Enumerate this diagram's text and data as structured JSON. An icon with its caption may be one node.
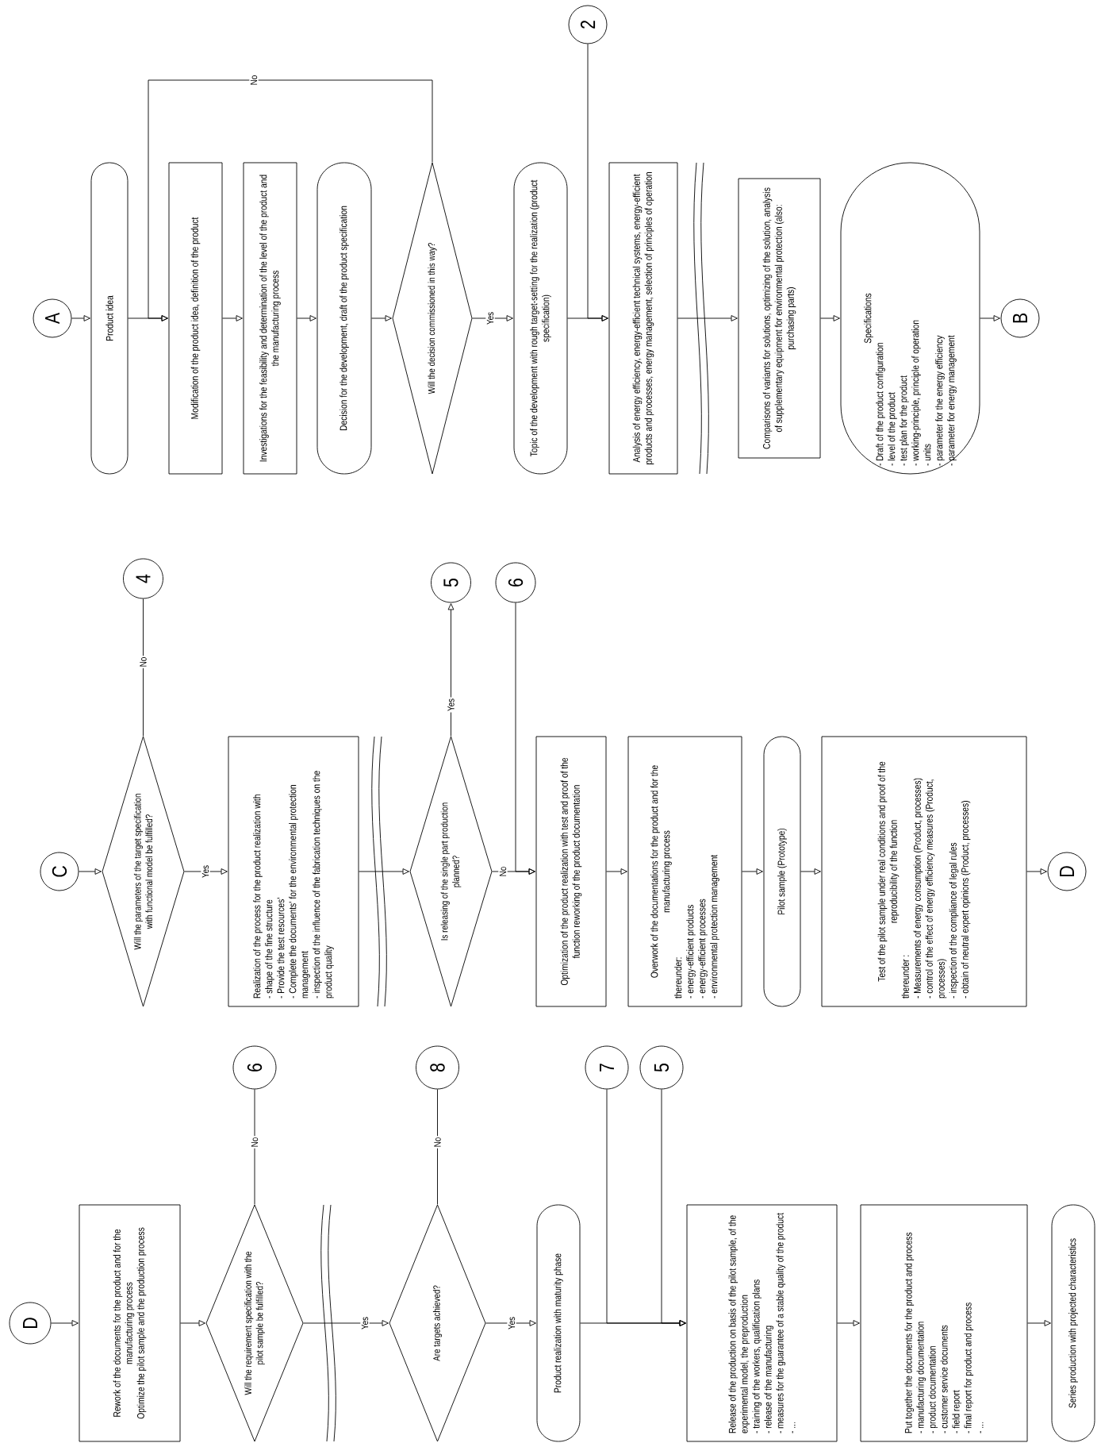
{
  "diagram": {
    "nodes": [
      {
        "text": [
          "A"
        ]
      },
      {
        "text": [
          "Product idea"
        ]
      },
      {
        "text": [
          "Modification of the product idea, definition of the product"
        ]
      },
      {
        "text": [
          "Investigations for the feasibility and determination of the level of the product and the manufacturing process"
        ]
      },
      {
        "text": [
          "Decision for the development, draft of the product specification"
        ]
      },
      {
        "text": [
          "Will the decision commissioned in this way?"
        ]
      },
      {
        "text": [
          "Topic of the development with rough target-setting for the realization (product specification)"
        ]
      },
      {
        "text": [
          "2"
        ]
      },
      {
        "text": [
          "Analysis of energy efficiency, energy-efficient technical systems, energy-efficient products and processes, energy management, selection of principles of operation"
        ]
      },
      {
        "text": [
          "Comparisons of variants for solutions, optimizing of the solution, analysis of supplementary equipment for environmental protection (also: purchasing parts)"
        ]
      },
      {
        "text": [
          "Specifications",
          "- Draft of the product configuration",
          "- level of the product",
          "- test plan for the product",
          "- working-principle, principle of operation",
          "- units",
          "- parameter for the energy efficiency",
          "- parameter for energy management"
        ]
      },
      {
        "text": [
          "B"
        ]
      },
      {
        "text": [
          "C"
        ]
      },
      {
        "text": [
          "Will the parameters of the target specification with functional model be fulfilled?"
        ]
      },
      {
        "text": [
          "4"
        ]
      },
      {
        "text": [
          "Realization of the process for the product realization with",
          "- shape of the fine structure",
          "- Provide the test resources'",
          "- Complete the documents' for the environmental protection management",
          "- inspection of the influence of the fabrication techniques on the product quality"
        ]
      },
      {
        "text": [
          "Is releasing of the single part production planned?"
        ]
      },
      {
        "text": [
          "5"
        ]
      },
      {
        "text": [
          "6"
        ]
      },
      {
        "text": [
          "Optimization of the product realization with test and proof of the function reworking of the product documentation"
        ]
      },
      {
        "text": [
          "Overwork of the documentations for the product and for the manufacturing process",
          "thereunder:",
          "- energy-efficient products",
          "- energy-efficient processes",
          "- environmental protection management"
        ]
      },
      {
        "text": [
          "Pilot sample (Prototype)"
        ]
      },
      {
        "text": [
          "Test of the pilot sample under real conditions and proof of the reproducibility of the function",
          "thereunder :",
          "- Measurements of energy consumption (Product, processes)",
          "- control of the effect of energy efficiency measures (Product, processes)",
          "- inspection of the compliance of legal rules",
          "- obtain of neutral expert opinions (Product, processes)"
        ]
      },
      {
        "text": [
          "D"
        ]
      },
      {
        "text": [
          "D"
        ]
      },
      {
        "text": [
          "Rework of the documents for the product and for the manufacturing process",
          "Optimize the pilot sample and the production process"
        ]
      },
      {
        "text": [
          "Will the requirement specification with the pilot sample be fulfilled?"
        ]
      },
      {
        "text": [
          "6"
        ]
      },
      {
        "text": [
          "Are targets achieved?"
        ]
      },
      {
        "text": [
          "8"
        ]
      },
      {
        "text": [
          "Product realization with maturity phase"
        ]
      },
      {
        "text": [
          "7"
        ]
      },
      {
        "text": [
          "5"
        ]
      },
      {
        "text": [
          "Release of the production on basis of the pilot sample, of the experimental model, the preproduction",
          "- training of the workers, qualification plans",
          "- release of the manufacturing",
          "- measures for the guarantee of a stable quality of the product",
          "- ..."
        ]
      },
      {
        "text": [
          "Put together the documents for the product and process",
          "- manufacturing documentation",
          "- product documentation",
          "- customer service documents",
          "- field report",
          "- final report for product and process",
          "- ..."
        ]
      },
      {
        "text": [
          "Series production with projected characteristics"
        ]
      }
    ],
    "edges": [
      {
        "from": 0,
        "to": 1,
        "arrow": "to"
      },
      {
        "from": 1,
        "to": 2,
        "arrow": "to"
      },
      {
        "from": 2,
        "to": 3,
        "arrow": "to"
      },
      {
        "from": 3,
        "to": 4,
        "arrow": "to"
      },
      {
        "from": 4,
        "to": 5,
        "arrow": "to"
      },
      {
        "from": 5,
        "to": 6,
        "arrow": "to",
        "label": "Yes"
      },
      {
        "from": 5,
        "to": 2,
        "arrow": "to",
        "label": "No"
      },
      {
        "from": 6,
        "to": 8,
        "arrow": "to"
      },
      {
        "from": 7,
        "to": 8,
        "arrow": "to"
      },
      {
        "from": 8,
        "to": 9,
        "arrow": "to"
      },
      {
        "from": 9,
        "to": 10,
        "arrow": "to"
      },
      {
        "from": 10,
        "to": 11,
        "arrow": "to"
      },
      {
        "from": 12,
        "to": 13,
        "arrow": "to"
      },
      {
        "from": 13,
        "to": 14,
        "arrow": "none",
        "label": "No"
      },
      {
        "from": 13,
        "to": 15,
        "arrow": "to",
        "label": "Yes"
      },
      {
        "from": 15,
        "to": 16,
        "arrow": "to"
      },
      {
        "from": 16,
        "to": 17,
        "arrow": "to",
        "label": "Yes"
      },
      {
        "from": 16,
        "to": 19,
        "arrow": "to",
        "label": "No"
      },
      {
        "from": 18,
        "to": 19,
        "arrow": "to"
      },
      {
        "from": 19,
        "to": 20,
        "arrow": "to"
      },
      {
        "from": 20,
        "to": 21,
        "arrow": "to"
      },
      {
        "from": 21,
        "to": 22,
        "arrow": "to"
      },
      {
        "from": 22,
        "to": 23,
        "arrow": "to"
      },
      {
        "from": 24,
        "to": 25,
        "arrow": "to"
      },
      {
        "from": 25,
        "to": 26,
        "arrow": "to"
      },
      {
        "from": 26,
        "to": 27,
        "arrow": "none",
        "label": "No"
      },
      {
        "from": 26,
        "to": 28,
        "arrow": "to",
        "label": "Yes"
      },
      {
        "from": 28,
        "to": 29,
        "arrow": "none",
        "label": "No"
      },
      {
        "from": 28,
        "to": 30,
        "arrow": "to",
        "label": "Yes"
      },
      {
        "from": 30,
        "to": 33,
        "arrow": "to"
      },
      {
        "from": 31,
        "to": 33,
        "arrow": "to"
      },
      {
        "from": 32,
        "to": 33,
        "arrow": "to"
      },
      {
        "from": 33,
        "to": 34,
        "arrow": "to"
      },
      {
        "from": 34,
        "to": 35,
        "arrow": "to"
      }
    ]
  }
}
